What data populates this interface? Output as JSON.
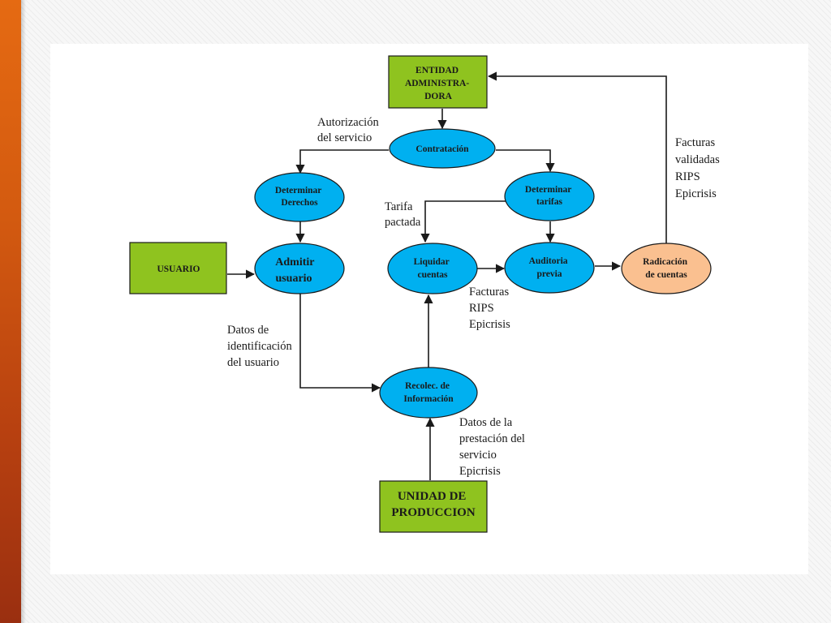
{
  "nodes": {
    "entidad": [
      "ENTIDAD",
      "ADMINISTRA-",
      "DORA"
    ],
    "contratacion": [
      "Contratación"
    ],
    "determinar_derechos": [
      "Determinar",
      "Derechos"
    ],
    "determinar_tarifas": [
      "Determinar",
      "tarifas"
    ],
    "usuario": [
      "USUARIO"
    ],
    "admitir_usuario": [
      "Admitir",
      "usuario"
    ],
    "liquidar_cuentas": [
      "Liquidar",
      "cuentas"
    ],
    "auditoria_previa": [
      "Auditoria",
      "previa"
    ],
    "radicacion_cuentas": [
      "Radicación",
      "de cuentas"
    ],
    "recolec_informacion": [
      "Recolec. de",
      "Información"
    ],
    "unidad_produccion": [
      "UNIDAD DE",
      "PRODUCCION"
    ]
  },
  "labels": {
    "autorizacion": [
      "Autorización",
      "del servicio"
    ],
    "tarifa_pactada": [
      "Tarifa",
      "pactada"
    ],
    "facturas_validadas": [
      "Facturas",
      "validadas",
      "RIPS",
      "Epicrisis"
    ],
    "facturas_rips": [
      "Facturas",
      "RIPS",
      "Epicrisis"
    ],
    "datos_identificacion": [
      "Datos de",
      "identificación",
      "del usuario"
    ],
    "datos_prestacion": [
      "Datos de la",
      "prestación del",
      "servicio",
      "Epicrisis"
    ]
  },
  "colors": {
    "box_green": "#8fc31f",
    "ellipse_blue": "#00b0f0",
    "ellipse_orange": "#fac090",
    "accent_orange": "#e56a12",
    "stroke": "#1a1a1a"
  }
}
